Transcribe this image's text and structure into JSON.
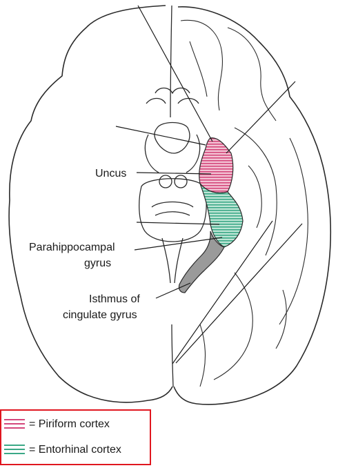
{
  "labels": {
    "uncus": "Uncus",
    "parahippocampal_line1": "Parahippocampal",
    "parahippocampal_line2": "gyrus",
    "isthmus_line1": "Isthmus of",
    "isthmus_line2": "cingulate gyrus"
  },
  "legend": {
    "piriform": "= Piriform cortex",
    "entorhinal": "= Entorhinal cortex"
  },
  "colors": {
    "piriform": "#d4467a",
    "entorhinal": "#3aa886",
    "isthmus": "#8c8c8c",
    "outline": "#2a2a2a",
    "legend_border": "#e0161f"
  }
}
